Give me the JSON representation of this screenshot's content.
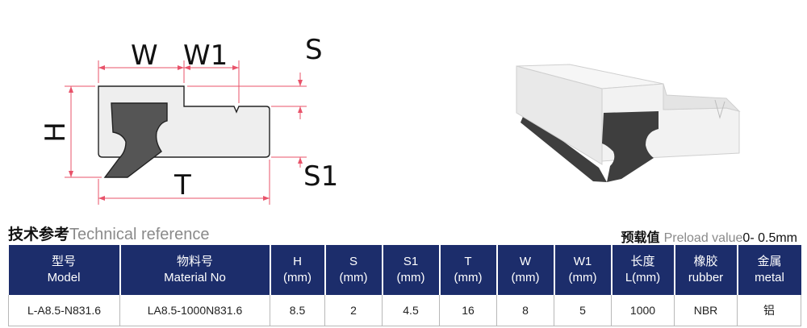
{
  "drawing": {
    "dims": {
      "W": "W",
      "W1": "W1",
      "S": "S",
      "H": "H",
      "S1": "S1",
      "T": "T"
    }
  },
  "section": {
    "title_cn": "技术参考",
    "title_en": "Technical reference"
  },
  "preload": {
    "label_cn": "预载值",
    "label_en": "Preload value",
    "value": "0- 0.5mm"
  },
  "table": {
    "headers": [
      {
        "l1": "型号",
        "l2": "Model"
      },
      {
        "l1": "物料号",
        "l2": "Material No"
      },
      {
        "l1": "H",
        "l2": "(mm)"
      },
      {
        "l1": "S",
        "l2": "(mm)"
      },
      {
        "l1": "S1",
        "l2": "(mm)"
      },
      {
        "l1": "T",
        "l2": "(mm)"
      },
      {
        "l1": "W",
        "l2": "(mm)"
      },
      {
        "l1": "W1",
        "l2": "(mm)"
      },
      {
        "l1": "长度",
        "l2": "L(mm)"
      },
      {
        "l1": "橡胶",
        "l2": "rubber"
      },
      {
        "l1": "金属",
        "l2": "metal"
      }
    ],
    "rows": [
      [
        "L-A8.5-N831.6",
        "LA8.5-1000N831.6",
        "8.5",
        "2",
        "4.5",
        "16",
        "8",
        "5",
        "1000",
        "NBR",
        "铝"
      ]
    ]
  },
  "colors": {
    "header_bg": "#1c2d6b",
    "dimension_line": "#e8536a",
    "rubber": "#555555",
    "body": "#eeeeee"
  }
}
